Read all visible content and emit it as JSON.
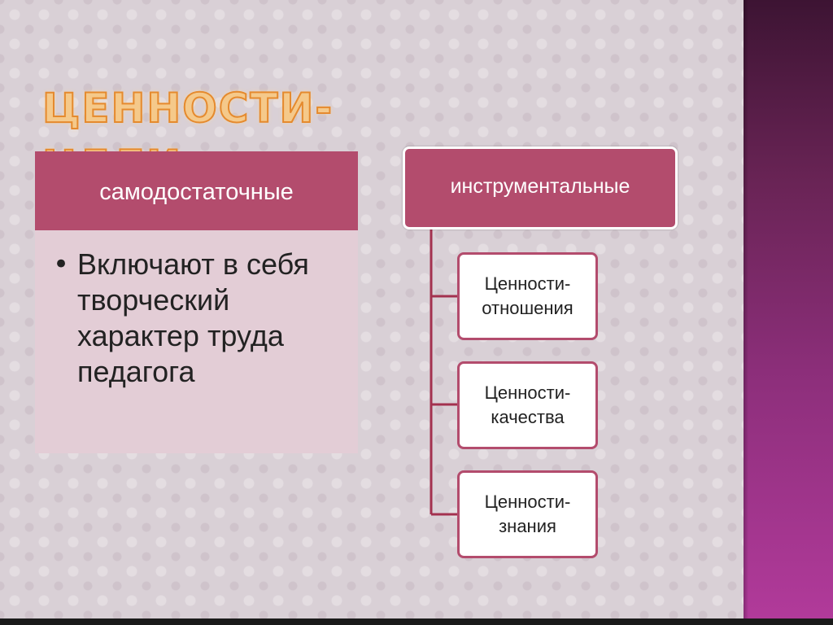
{
  "slide": {
    "title": "ЦЕННОСТИ-ЦЕЛИ"
  },
  "left_block": {
    "header": "самодостаточные",
    "bullet": "Включают в себя творческий характер труда педагога"
  },
  "right_block": {
    "header": "инструментальные",
    "children": [
      {
        "label": "Ценности-отношения"
      },
      {
        "label": "Ценности-качества"
      },
      {
        "label": "Ценности-знания"
      }
    ]
  },
  "colors": {
    "accent": "#b34c6d",
    "panel_light": "#e3cdd6",
    "background": "#d9d0d6",
    "sidebar": "#8e2f7c",
    "title": "#f5c98a"
  }
}
